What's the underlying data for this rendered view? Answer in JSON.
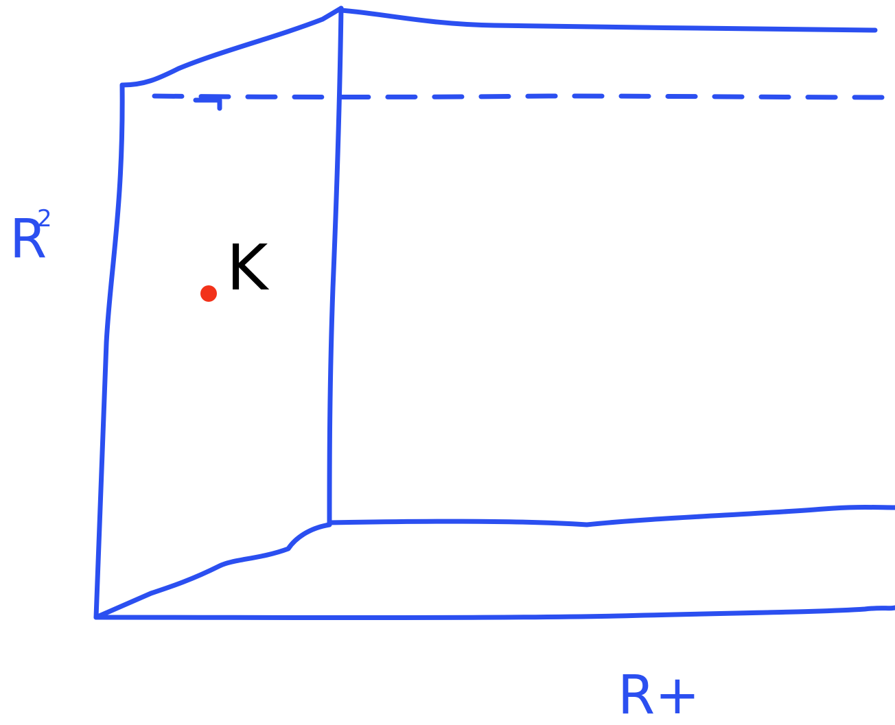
{
  "colors": {
    "line": "#2b4ff0",
    "point": "#f2321a",
    "point_label": "#000000",
    "background": "#ffffff"
  },
  "labels": {
    "vertical_axis": "R",
    "vertical_axis_superscript": "2",
    "horizontal_axis": "R+",
    "point": "K"
  }
}
